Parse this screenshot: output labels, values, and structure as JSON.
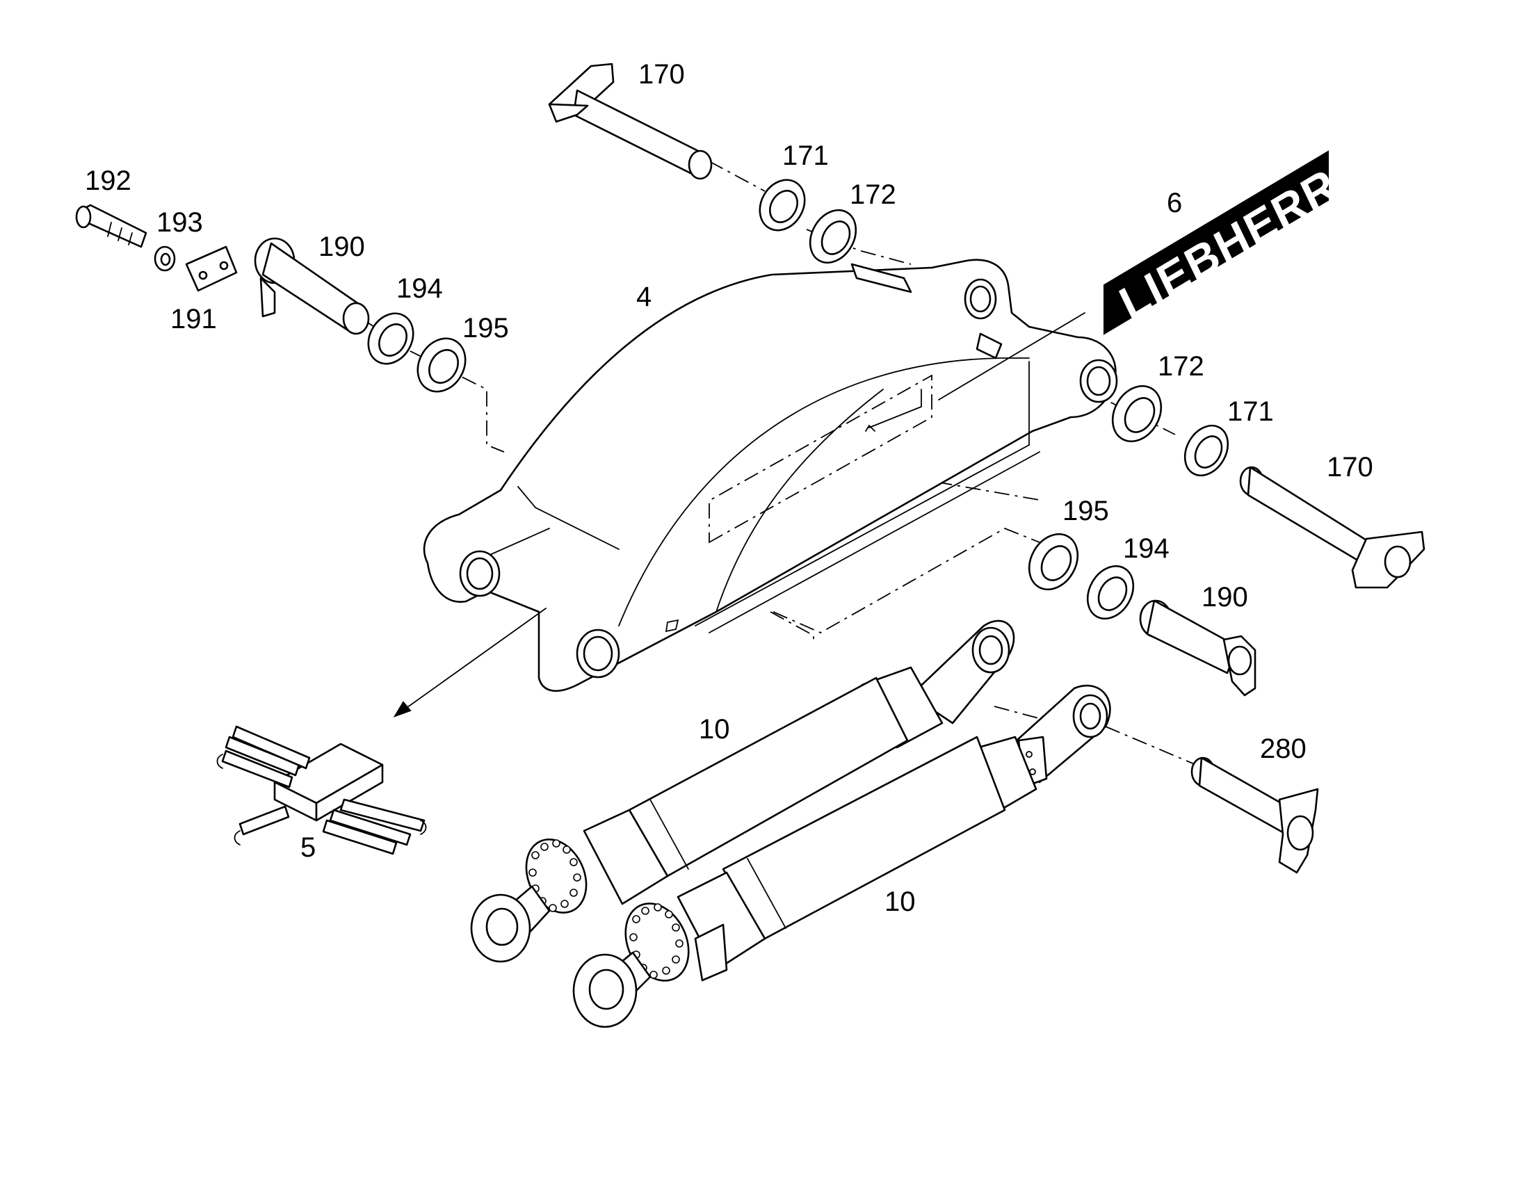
{
  "diagram": {
    "callouts": [
      {
        "id": "c170a",
        "label": "170"
      },
      {
        "id": "c171a",
        "label": "171"
      },
      {
        "id": "c172a",
        "label": "172"
      },
      {
        "id": "c6",
        "label": "6"
      },
      {
        "id": "c192",
        "label": "192"
      },
      {
        "id": "c193",
        "label": "193"
      },
      {
        "id": "c190a",
        "label": "190"
      },
      {
        "id": "c191",
        "label": "191"
      },
      {
        "id": "c194a",
        "label": "194"
      },
      {
        "id": "c195a",
        "label": "195"
      },
      {
        "id": "c4",
        "label": "4"
      },
      {
        "id": "c172b",
        "label": "172"
      },
      {
        "id": "c171b",
        "label": "171"
      },
      {
        "id": "c170b",
        "label": "170"
      },
      {
        "id": "c195b",
        "label": "195"
      },
      {
        "id": "c194b",
        "label": "194"
      },
      {
        "id": "c190b",
        "label": "190"
      },
      {
        "id": "c10a",
        "label": "10"
      },
      {
        "id": "c280",
        "label": "280"
      },
      {
        "id": "c5",
        "label": "5"
      },
      {
        "id": "c10b",
        "label": "10"
      }
    ],
    "logo_text": "LIEBHERR"
  }
}
